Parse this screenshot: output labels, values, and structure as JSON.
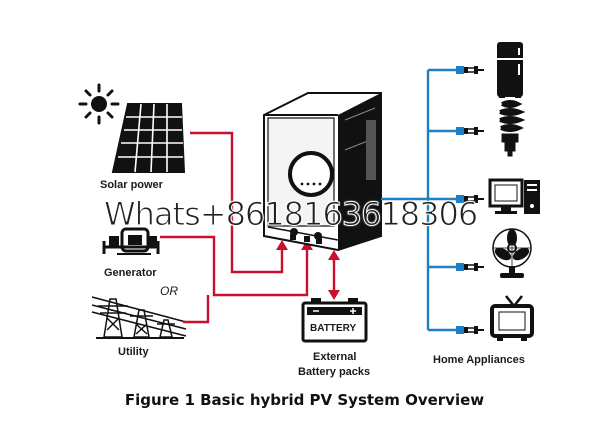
{
  "labels": {
    "solar": "Solar power",
    "generator": "Generator",
    "or": "OR",
    "utility": "Utility",
    "battery_box": "BATTERY",
    "battery_line1": "External",
    "battery_line2": "Battery packs",
    "appliances": "Home Appliances"
  },
  "caption": "Figure 1 Basic hybrid PV System Overview",
  "watermark": "Whats+8618163618306",
  "colors": {
    "input_lines": "#c8102e",
    "output_lines": "#1e7fc4",
    "outline": "#1a1a1a"
  },
  "icons": [
    "sun-icon",
    "solar-panel-icon",
    "generator-icon",
    "utility-tower-icon",
    "inverter-icon",
    "battery-icon",
    "refrigerator-icon",
    "bulb-icon",
    "computer-icon",
    "fan-icon",
    "tv-icon",
    "plug-icon"
  ]
}
